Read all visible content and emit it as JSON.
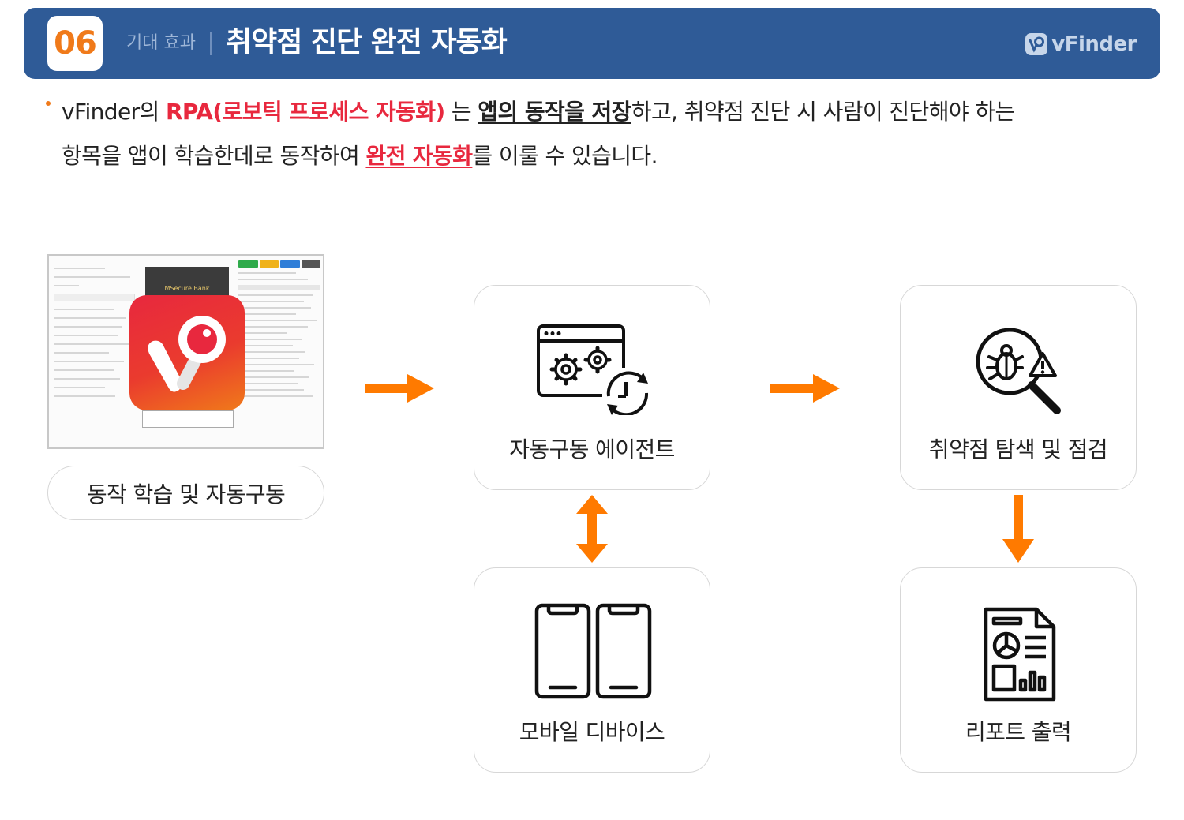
{
  "header": {
    "number": "06",
    "category": "기대 효과",
    "title": "취약점 진단 완전 자동화",
    "logo_text": "vFinder"
  },
  "description": {
    "p1": "vFinder의 ",
    "p2": "RPA(로보틱 프로세스 자동화)",
    "p3": " 는 ",
    "p4": "앱의 동작을 저장",
    "p5": "하고, 취약점 진단 시 사람이 진단해야 하는",
    "p6": "항목을 앱이 학습한데로 동작하여 ",
    "p7": "완전 자동화",
    "p8": "를 이룰 수 있습니다."
  },
  "screenshot": {
    "app_name": "MSecure Bank"
  },
  "nodes": {
    "learn": "동작 학습 및 자동구동",
    "agent": "자동구동 에이전트",
    "scan": "취약점 탐색 및 점검",
    "device": "모바일 디바이스",
    "report": "리포트 출력"
  },
  "icons": {
    "agent": "browser-gears-sync-icon",
    "scan": "bug-magnifier-warning-icon",
    "device": "two-smartphones-icon",
    "report": "report-document-chart-icon"
  },
  "colors": {
    "header_bg": "#2f5b97",
    "accent_orange": "#f07a1a",
    "highlight_red": "#e8283e",
    "arrow": "#ff7a00"
  }
}
